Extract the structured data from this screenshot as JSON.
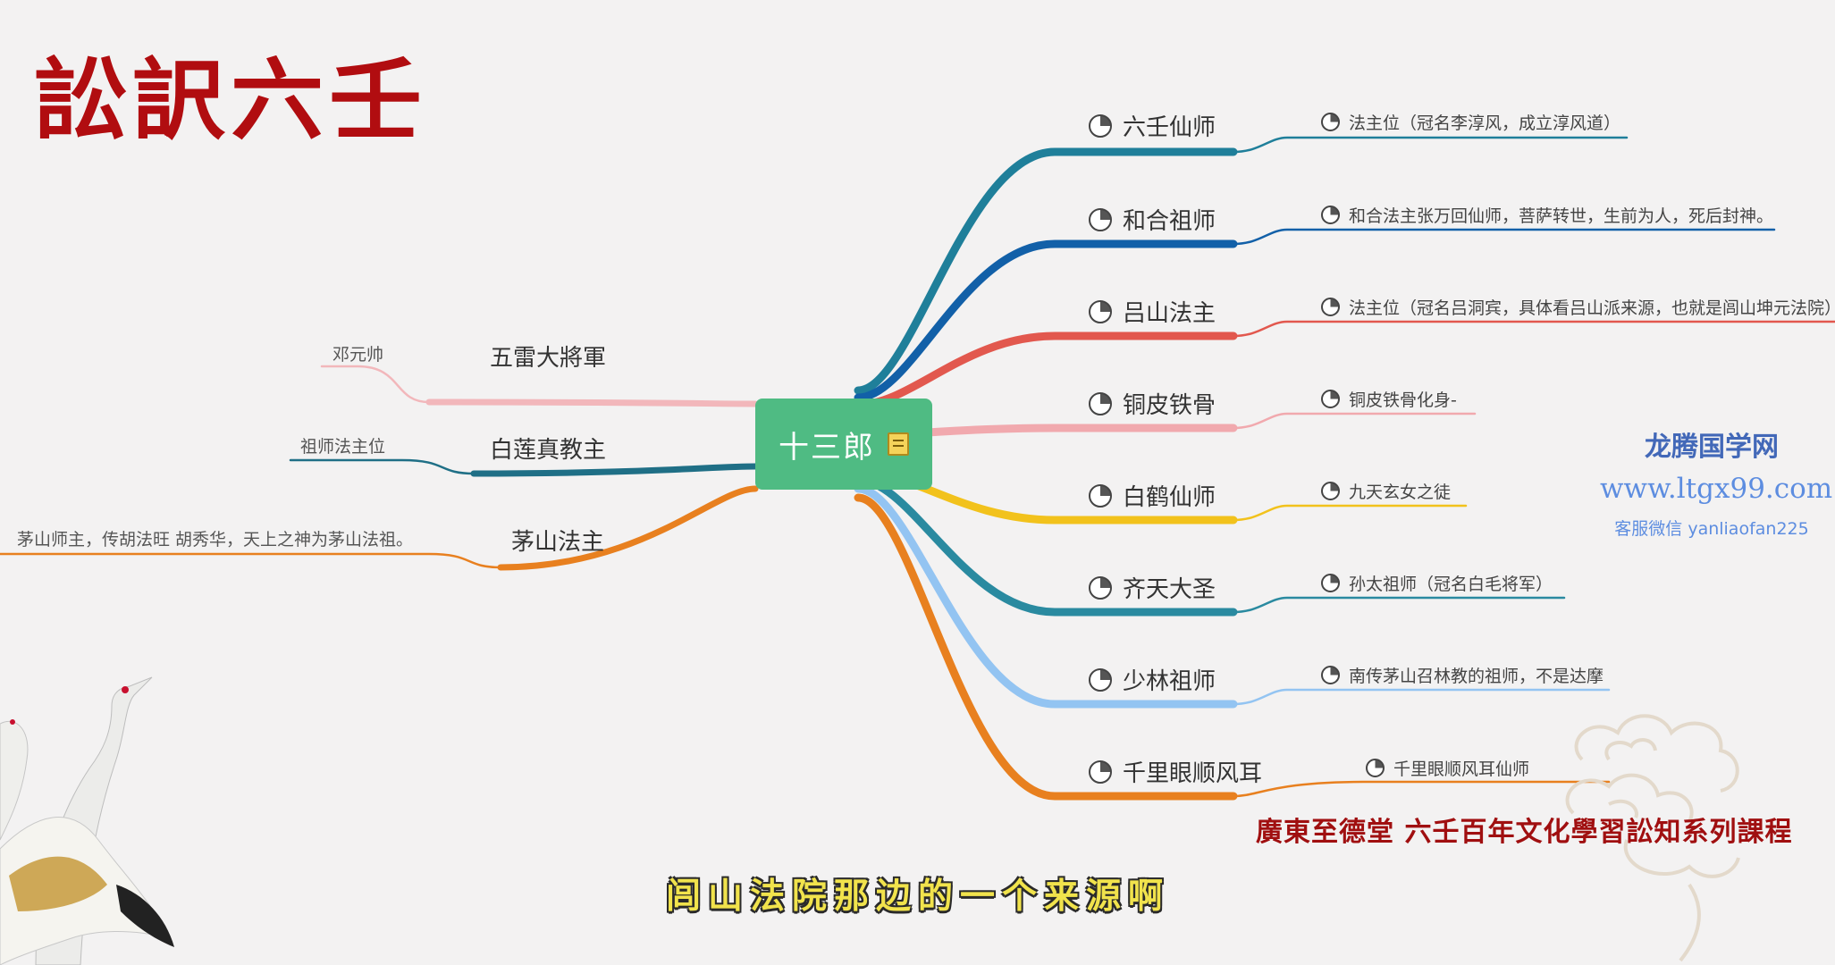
{
  "header": {
    "title": "訟訳六壬"
  },
  "center": {
    "label": "十三郎"
  },
  "right_branches": [
    {
      "label": "六壬仙师",
      "detail": "法主位（冠名李淳风，成立淳风道）",
      "color": "#1f7f9a"
    },
    {
      "label": "和合祖师",
      "detail": "和合法主张万回仙师，菩萨转世，生前为人，死后封神。",
      "color": "#1260a8"
    },
    {
      "label": "吕山法主",
      "detail": "法主位（冠名吕洞宾，具体看吕山派来源，也就是闾山坤元法院）",
      "color": "#e2584e"
    },
    {
      "label": "铜皮铁骨",
      "detail": "铜皮铁骨化身-",
      "color": "#f1a9ae"
    },
    {
      "label": "白鹤仙师",
      "detail": "九天玄女之徒",
      "color": "#f2c21c"
    },
    {
      "label": "齐天大圣",
      "detail": "孙太祖师（冠名白毛将军）",
      "color": "#2a8aa0"
    },
    {
      "label": "少林祖师",
      "detail": "南传茅山召林教的祖师，不是达摩",
      "color": "#93c4f2"
    },
    {
      "label": "千里眼顺风耳",
      "detail": "千里眼顺风耳仙师",
      "color": "#e8801f"
    }
  ],
  "left_branches": [
    {
      "label": "五雷大將軍",
      "detail": "邓元帅",
      "color": "#f2b7bb"
    },
    {
      "label": "白莲真教主",
      "detail": "祖师法主位",
      "color": "#1f6f86"
    },
    {
      "label": "茅山法主",
      "detail": "茅山师主，传胡法旺  胡秀华，天上之神为茅山法祖。",
      "color": "#e8801f"
    }
  ],
  "watermark": {
    "site_name": "龙腾国学网",
    "url": "www.ltgx99.com",
    "contact": "客服微信 yanliaofan225"
  },
  "footer": {
    "course": "廣東至德堂   六壬百年文化學習訟知系列課程"
  },
  "subtitle": {
    "text": "闾山法院那边的一个来源啊"
  }
}
